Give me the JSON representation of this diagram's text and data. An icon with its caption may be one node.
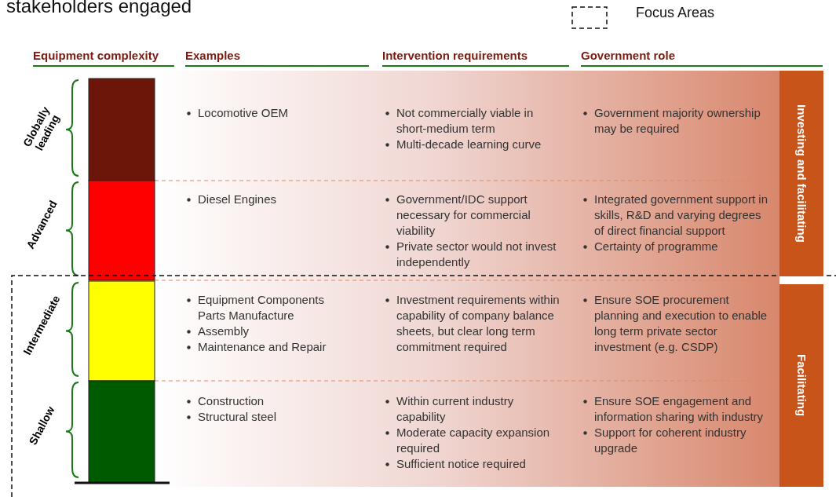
{
  "diagram": {
    "title": "stakeholders engaged",
    "nodes": [
      {
        "text": [
          "Investing and facilitating"
        ]
      },
      {
        "text": [
          "Facilitating"
        ]
      }
    ],
    "labels": [
      "Equipment complexity",
      "Examples",
      "Intervention requirements",
      "Government role",
      "Globally leading",
      "Locomotive OEM",
      "Not commercially viable in short-medium term",
      "Multi-decade learning curve",
      "Government majority ownership may be required",
      "Advanced",
      "Diesel Engines",
      "Government/IDC support necessary for commercial viability",
      "Private sector would not invest independently",
      "Integrated government support in skills, R&D and varying degrees of direct financial support",
      "Certainty of programme",
      "Intermediate",
      "Equipment Components Parts Manufacture",
      "Assembly",
      "Maintenance and Repair",
      "Investment requirements within capability of company balance sheets, but clear long term commitment required",
      "Ensure SOE procurement planning and execution to enable long term private sector investment (e.g. CSDP)",
      "Shallow",
      "Construction",
      "Structural steel",
      "Within current industry capability",
      "Moderate capacity expansion required",
      "Sufficient notice required",
      "Ensure SOE engagement and information sharing with industry",
      "Support for coherent industry upgrade"
    ],
    "legend": [
      {
        "text": "Focus Areas"
      }
    ]
  }
}
